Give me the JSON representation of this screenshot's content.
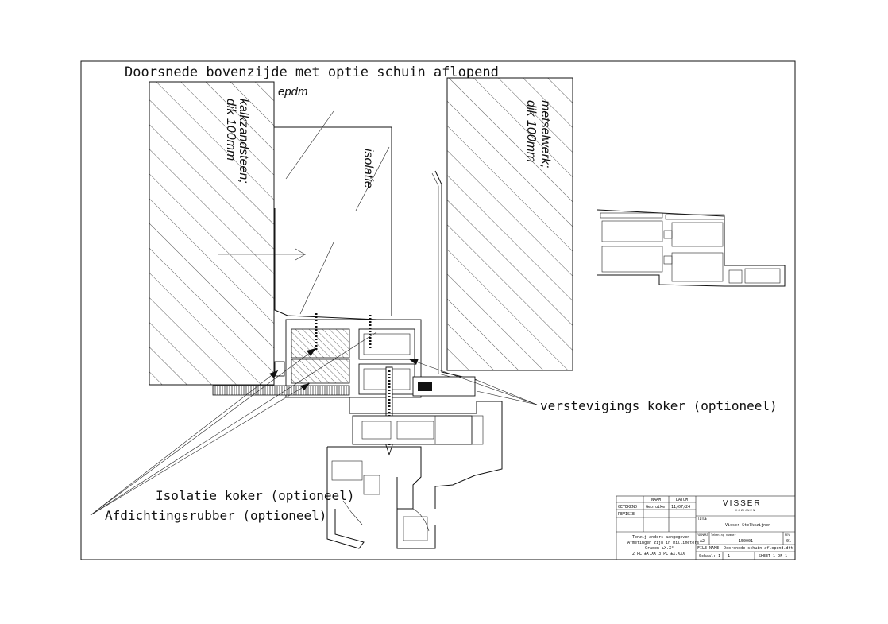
{
  "drawing": {
    "title": "Doorsnede bovenzijde met optie schuin aflopend",
    "labels": {
      "epdm": "epdm",
      "kalkzandsteen_line1": "kalkzandsteen;",
      "kalkzandsteen_line2": "dik 100mm",
      "isolatie": "isolatie",
      "metselwerk_line1": "metselwerk;",
      "metselwerk_line2": "dik 100mm",
      "verstevigings_koker": "verstevigings koker (optioneel)",
      "isolatie_koker": "Isolatie koker (optioneel)",
      "afdichtingsrubber": "Afdichtingsrubber (optioneel)"
    }
  },
  "title_block": {
    "col_naam": "NAAM",
    "col_datum": "DATUM",
    "row_getekend": "GETEKEND",
    "getekend_naam": "Gebruiker",
    "getekend_datum": "11/07/24",
    "row_revisie": "REVISIE",
    "company_name": "VISSER",
    "company_sub": "KOZIJNEN",
    "title_label": "TITLE",
    "title_value": "Visser Stelkozijnen",
    "notes_line1": "Tenzij anders aangegeven",
    "notes_line2": "Afmetingen zijn in millimeters",
    "notes_line3": "Graden ±X.X°",
    "notes_line4": "2 PL ±X.XX 3 PL ±X.XXX",
    "format_label": "FORMAAT",
    "format_value": "A2",
    "tekening_label": "Tekening nummer",
    "tekening_value": "150001",
    "rev_label": "REV",
    "rev_value": "01",
    "file_name": "FILE NAME: Doorsnede schuin aflopend.dft",
    "schaal": "Schaal: 1 : 1",
    "sheet": "SHEET 1 OF 1"
  }
}
